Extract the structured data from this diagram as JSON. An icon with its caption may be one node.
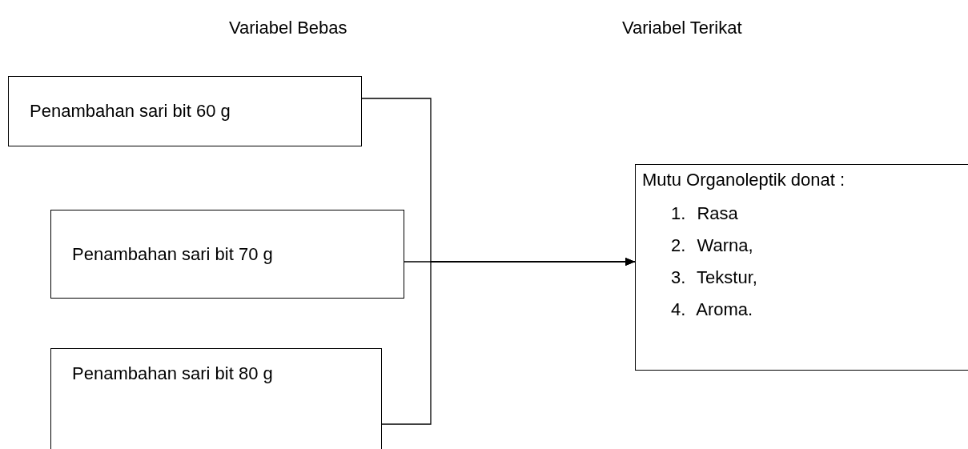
{
  "diagram": {
    "nodes": [
      {
        "text": [
          "Penambahan sari bit 60 g"
        ]
      },
      {
        "text": [
          "Penambahan sari bit 70 g"
        ]
      },
      {
        "text": [
          "Penambahan sari bit 80 g"
        ]
      },
      {
        "text": [
          "Mutu Organoleptik donat :",
          "1. Rasa",
          "2. Warna,",
          "3. Tekstur,",
          "4. Aroma."
        ]
      }
    ],
    "edges": [
      {
        "from": 0,
        "to": 3,
        "arrow": "to"
      },
      {
        "from": 1,
        "to": 3,
        "arrow": "to"
      },
      {
        "from": 2,
        "to": 3,
        "arrow": "to"
      }
    ],
    "labels": [
      "Variabel Bebas",
      "Variabel Terikat"
    ]
  }
}
